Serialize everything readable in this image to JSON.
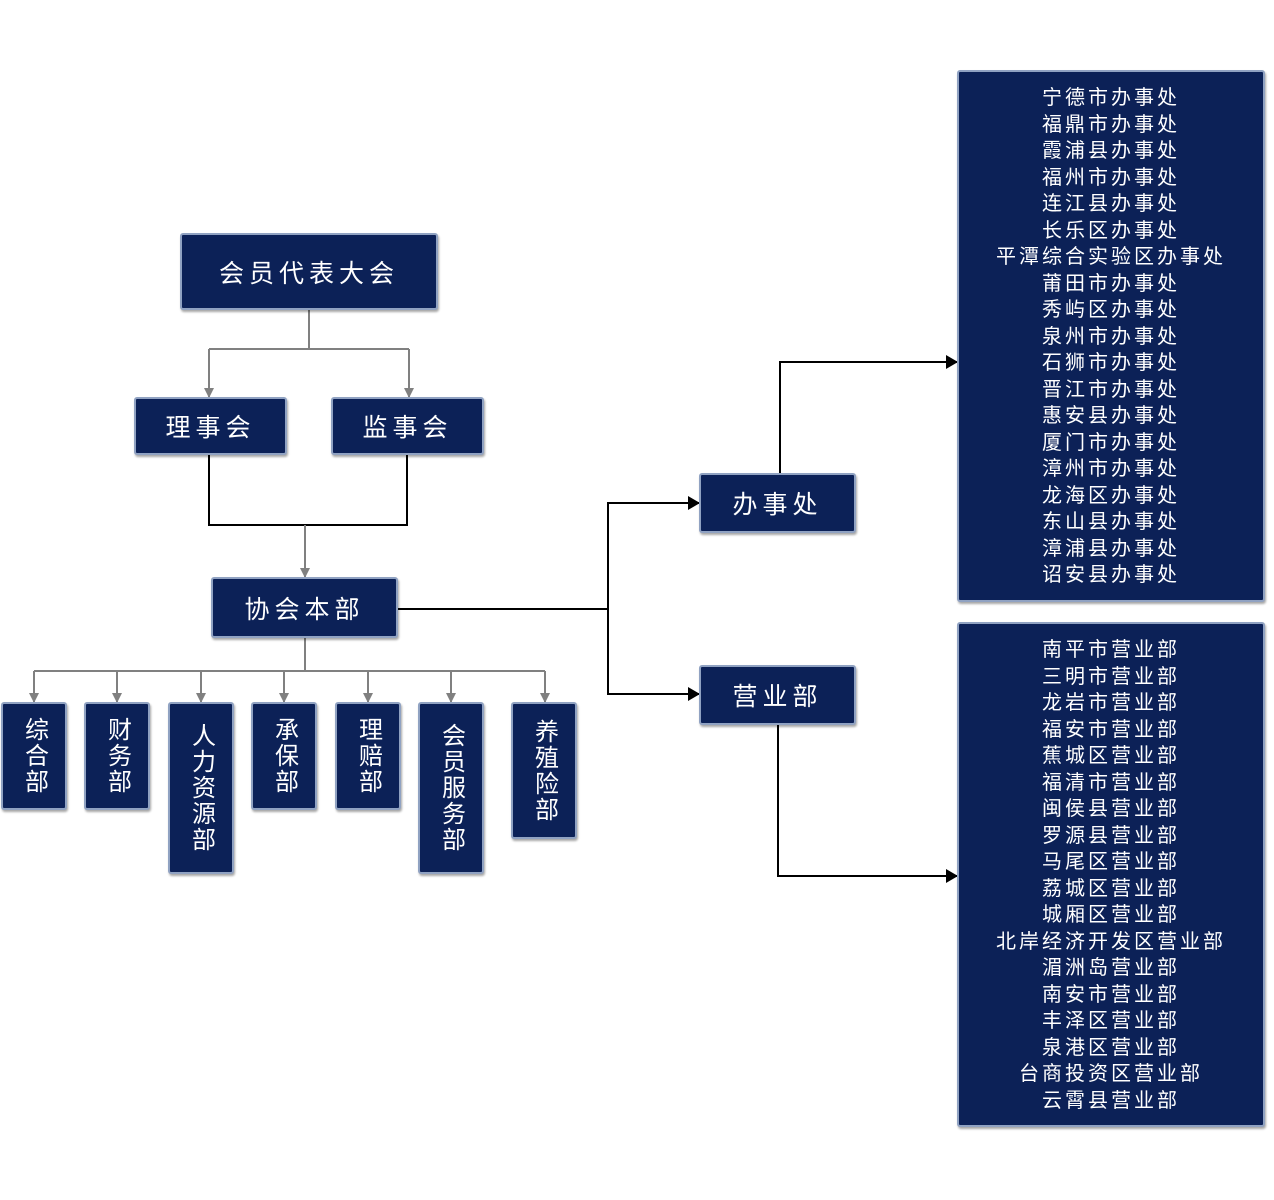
{
  "nodes": {
    "assembly": "会员代表大会",
    "council": "理事会",
    "supervisory": "监事会",
    "headquarters": "协会本部",
    "office": "办事处",
    "business": "营业部"
  },
  "departments": [
    "综合部",
    "财务部",
    "人力资源部",
    "承保部",
    "理赔部",
    "会员服务部",
    "养殖险部"
  ],
  "offices": [
    "宁德市办事处",
    "福鼎市办事处",
    "霞浦县办事处",
    "福州市办事处",
    "连江县办事处",
    "长乐区办事处",
    "平潭综合实验区办事处",
    "莆田市办事处",
    "秀屿区办事处",
    "泉州市办事处",
    "石狮市办事处",
    "晋江市办事处",
    "惠安县办事处",
    "厦门市办事处",
    "漳州市办事处",
    "龙海区办事处",
    "东山县办事处",
    "漳浦县办事处",
    "诏安县办事处"
  ],
  "business_units": [
    "南平市营业部",
    "三明市营业部",
    "龙岩市营业部",
    "福安市营业部",
    "蕉城区营业部",
    "福清市营业部",
    "闽侯县营业部",
    "罗源县营业部",
    "马尾区营业部",
    "荔城区营业部",
    "城厢区营业部",
    "北岸经济开发区营业部",
    "湄洲岛营业部",
    "南安市营业部",
    "丰泽区营业部",
    "泉港区营业部",
    "台商投资区营业部",
    "云霄县营业部"
  ],
  "colors": {
    "box_fill": "#0c2157",
    "box_border": "#90a2c2",
    "connector_gray": "#808080",
    "connector_black": "#000000"
  }
}
